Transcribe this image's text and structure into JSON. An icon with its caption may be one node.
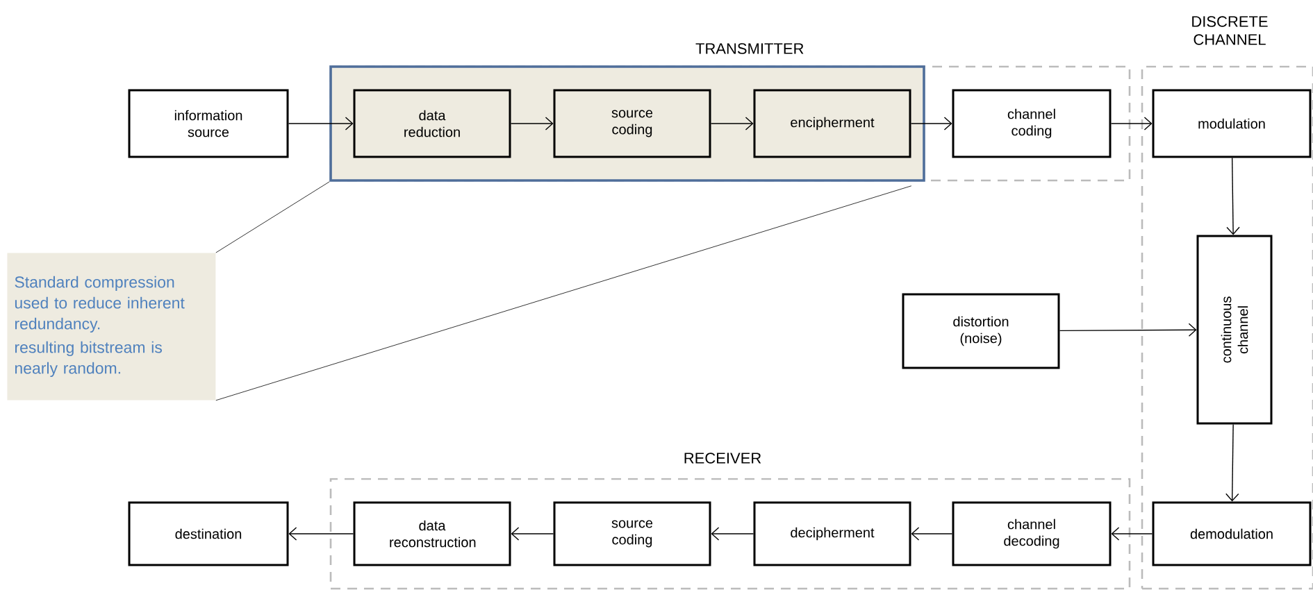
{
  "diagram": {
    "nodes": [
      {
        "text": [
          "TRANSMITTER"
        ]
      },
      {
        "text": [
          "DISCRETE CHANNEL"
        ]
      },
      {
        "text": [],
        "shape": "box",
        "in": 0
      },
      {
        "text": [
          "information source"
        ]
      },
      {
        "text": [
          "data reduction"
        ],
        "in": 2
      },
      {
        "text": [
          "source coding"
        ],
        "in": 2
      },
      {
        "text": [
          "encipherment"
        ],
        "in": 2
      },
      {
        "text": [
          "channel coding"
        ],
        "in": 0
      },
      {
        "text": [
          "modulation"
        ],
        "in": 1
      },
      {
        "text": [
          "continuous channel"
        ],
        "in": 1
      },
      {
        "text": [
          "distortion (noise)"
        ]
      },
      {
        "text": [
          "Standard compression used to reduce inherent redundancy.",
          "resulting bitstream is nearly random."
        ]
      },
      {
        "text": [
          "RECEIVER"
        ]
      },
      {
        "text": [
          "data reconstruction"
        ],
        "in": 12
      },
      {
        "text": [
          "source coding"
        ],
        "in": 12
      },
      {
        "text": [
          "decipherment"
        ],
        "in": 12
      },
      {
        "text": [
          "channel decoding"
        ],
        "in": 12
      },
      {
        "text": [
          "demodulation"
        ],
        "in": 1
      },
      {
        "text": [
          "destination"
        ]
      }
    ],
    "edges": [
      {
        "from": 3,
        "to": 4,
        "arrow": "to"
      },
      {
        "from": 4,
        "to": 5,
        "arrow": "to"
      },
      {
        "from": 5,
        "to": 6,
        "arrow": "to"
      },
      {
        "from": 6,
        "to": 7,
        "arrow": "to"
      },
      {
        "from": 7,
        "to": 8,
        "arrow": "to"
      },
      {
        "from": 8,
        "to": 9,
        "arrow": "to"
      },
      {
        "from": 10,
        "to": 9,
        "arrow": "to"
      },
      {
        "from": 9,
        "to": 17,
        "arrow": "to"
      },
      {
        "from": 17,
        "to": 16,
        "arrow": "to"
      },
      {
        "from": 16,
        "to": 15,
        "arrow": "to"
      },
      {
        "from": 15,
        "to": 14,
        "arrow": "to"
      },
      {
        "from": 14,
        "to": 13,
        "arrow": "to"
      },
      {
        "from": 13,
        "to": 18,
        "arrow": "to"
      },
      {
        "from": 11,
        "to": 2,
        "arrow": "none"
      },
      {
        "from": 11,
        "to": 2,
        "arrow": "none"
      }
    ]
  }
}
